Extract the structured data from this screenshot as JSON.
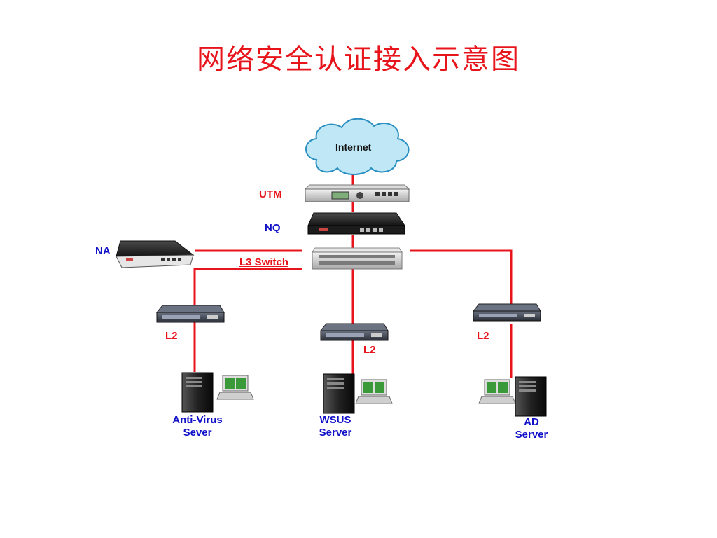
{
  "title": "网络安全认证接入示意图",
  "colors": {
    "title": "#e8141b",
    "link": "#e8141b",
    "device_label_red": "#e8141b",
    "device_label_blue": "#1010c8",
    "cloud_fill": "#bfe7f5",
    "cloud_stroke": "#2a8fc0"
  },
  "labels": {
    "internet": "Internet",
    "utm": "UTM",
    "nq": "NQ",
    "na": "NA",
    "l3_switch": "L3 Switch",
    "l2_left": "L2",
    "l2_center": "L2",
    "l2_right": "L2",
    "antivirus_line1": "Anti-Virus",
    "antivirus_line2": "Sever",
    "wsus_line1": "WSUS",
    "wsus_line2": "Server",
    "ad_line1": "AD",
    "ad_line2": "Server"
  },
  "devices": [
    {
      "id": "internet",
      "icon": "cloud-icon"
    },
    {
      "id": "utm",
      "icon": "firewall-appliance-icon"
    },
    {
      "id": "nq",
      "icon": "rack-appliance-icon"
    },
    {
      "id": "na",
      "icon": "rack-appliance-icon"
    },
    {
      "id": "l3-switch",
      "icon": "l3-switch-icon"
    },
    {
      "id": "l2-left",
      "icon": "l2-switch-icon"
    },
    {
      "id": "l2-center",
      "icon": "l2-switch-icon"
    },
    {
      "id": "l2-right",
      "icon": "l2-switch-icon"
    },
    {
      "id": "antivirus-server",
      "icon": "server-tower-icon"
    },
    {
      "id": "wsus-server",
      "icon": "server-tower-icon"
    },
    {
      "id": "ad-server",
      "icon": "server-tower-icon"
    }
  ]
}
